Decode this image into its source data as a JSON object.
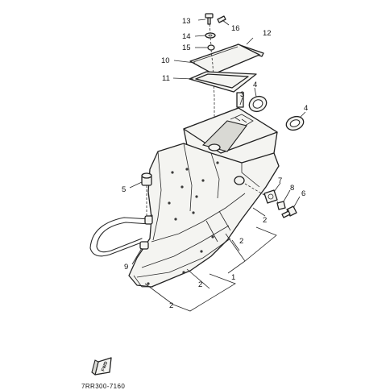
{
  "callouts": {
    "c1": "1",
    "c2a": "2",
    "c2b": "2",
    "c2c": "2",
    "c2d": "2",
    "c3": "3",
    "c4a": "4",
    "c4b": "4",
    "c5": "5",
    "c6": "6",
    "c7": "7",
    "c8": "8",
    "c9": "9",
    "c10": "10",
    "c11": "11",
    "c12": "12",
    "c13": "13",
    "c14": "14",
    "c15": "15",
    "c16": "16"
  },
  "fwd_label": "FWD",
  "diagram_code": "7RR300-7160",
  "colors": {
    "ink": "#222222",
    "paper": "#ffffff",
    "part_fill": "#f4f4f1"
  }
}
